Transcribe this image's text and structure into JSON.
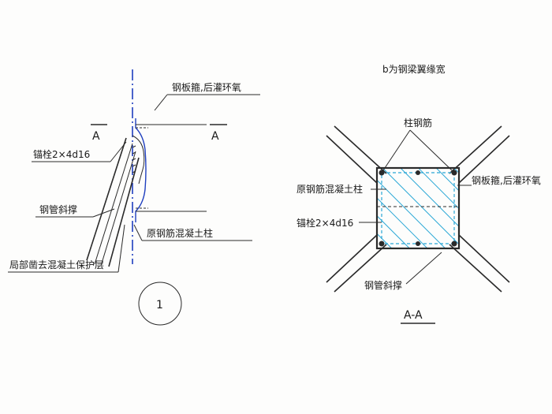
{
  "detail1": {
    "section_mark": "A",
    "plate_label": "钢板箍,后灌环氧",
    "anchor_label": "锚栓2×4d16",
    "brace_label": "钢管斜撑",
    "column_label": "原钢筋混凝土柱",
    "chisel_label": "局部凿去混凝土保护层",
    "number": "1"
  },
  "section": {
    "note": "b为钢梁翼缘宽",
    "rebar_label": "柱钢筋",
    "column_label": "原钢筋混凝土柱",
    "plate_label": "钢板箍,后灌环氧",
    "anchor_label": "锚栓2×4d16",
    "brace_label": "钢管斜撑",
    "title": "A-A"
  },
  "colors": {
    "line": "#2a2a2a",
    "centerline_blue": "#1f3fbf",
    "hatch_cyan": "#2aa7d6"
  }
}
